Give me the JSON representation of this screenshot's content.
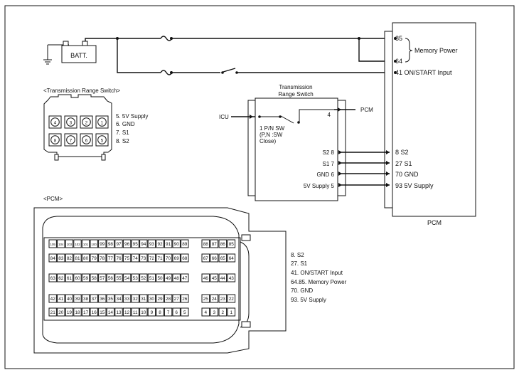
{
  "battery": {
    "label": "BATT."
  },
  "pcm_box": {
    "title": "PCM",
    "terminals": [
      "85",
      "64",
      "41 ON/START Input",
      "8 S2",
      "27 S1",
      "70 GND",
      "93 5V Supply"
    ],
    "memory_power_label": "Memory Power"
  },
  "trs_module": {
    "title_line1": "Transmission",
    "title_line2": "Range Switch",
    "icu_label": "ICU",
    "pcm_label": "PCM",
    "pin4": "4",
    "pn_sw_line1": "1 P/N SW",
    "pn_sw_line2": "(P,N :SW",
    "pn_sw_line3": "Close)",
    "pins": [
      "S2 8",
      "S1 7",
      "GND 6",
      "5V Supply 5"
    ]
  },
  "trs_connector": {
    "heading": "<Transmission Range Switch>",
    "top_row": [
      "4",
      "3",
      "2",
      "1"
    ],
    "bottom_row": [
      "8",
      "7",
      "6",
      "5"
    ],
    "legend": [
      "5. 5V Supply",
      "6. GND",
      "7. S1",
      "8. S2"
    ]
  },
  "pcm_connector": {
    "heading": "<PCM>",
    "rows": [
      {
        "left": [
          "105",
          "104",
          "103",
          "102",
          "101",
          "100",
          "99",
          "98",
          "97",
          "96",
          "95",
          "94",
          "93",
          "92",
          "91",
          "90",
          "89"
        ],
        "right": [
          "88",
          "87",
          "86",
          "85"
        ]
      },
      {
        "left": [
          "84",
          "83",
          "82",
          "81",
          "80",
          "79",
          "78",
          "77",
          "76",
          "75",
          "74",
          "73",
          "72",
          "71",
          "70",
          "69",
          "68"
        ],
        "right": [
          "67",
          "66",
          "65",
          "64"
        ]
      },
      {
        "left": [
          "63",
          "62",
          "61",
          "60",
          "59",
          "58",
          "57",
          "56",
          "55",
          "54",
          "53",
          "52",
          "51",
          "50",
          "49",
          "48",
          "47"
        ],
        "right": [
          "46",
          "45",
          "44",
          "43"
        ]
      },
      {
        "left": [
          "42",
          "41",
          "40",
          "39",
          "38",
          "37",
          "36",
          "35",
          "34",
          "33",
          "32",
          "31",
          "30",
          "29",
          "28",
          "27",
          "26"
        ],
        "right": [
          "25",
          "24",
          "23",
          "22"
        ]
      },
      {
        "left": [
          "21",
          "20",
          "19",
          "18",
          "17",
          "16",
          "15",
          "14",
          "13",
          "12",
          "11",
          "10",
          "9",
          "8",
          "7",
          "6",
          "5"
        ],
        "right": [
          "4",
          "3",
          "2",
          "1"
        ]
      }
    ],
    "legend": [
      "8. S2",
      "27. S1",
      "41. ON/START Input",
      "64.85. Memory Power",
      "70. GND",
      "93. 5V Supply"
    ]
  }
}
